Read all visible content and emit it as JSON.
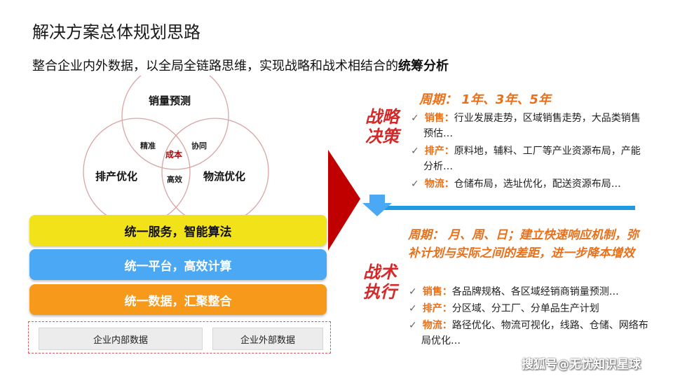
{
  "title": "解决方案总体规划思路",
  "subtitle_main": "整合企业内外数据，以全局全链路思维，实现战略和战术相结合的",
  "subtitle_bold": "统筹分析",
  "venn": {
    "top": "销量预测",
    "left": "排产优化",
    "right": "物流优化",
    "overlap_top_left": "精准",
    "overlap_top_right": "协同",
    "overlap_left_right": "高效",
    "center": "成本"
  },
  "bars": [
    "统一服务，智能算法",
    "统一平台，高效计算",
    "统一数据，汇聚整合"
  ],
  "data_sources": [
    "企业内部数据",
    "企业外部数据"
  ],
  "strategy": {
    "title_line1": "战略",
    "title_line2": "决策",
    "period": "周期：  1年、3年、5年",
    "items": [
      {
        "key": "销售：",
        "text": "行业发展走势，区域销售走势，大品类销售预估…"
      },
      {
        "key": "排产：",
        "text": "原料地，辅料、工厂等产业资源布局，产能分析…"
      },
      {
        "key": "物流：",
        "text": "仓储布局，选址优化，配送资源布局…"
      }
    ]
  },
  "tactics": {
    "title_line1": "战术",
    "title_line2": "执行",
    "period": "周期：  月、周、日；建立快速响应机制，弥补计划与实际之间的差距，进一步降本增效",
    "items": [
      {
        "key": "销售：",
        "text": "各品牌规格、各区域经销商销量预测…"
      },
      {
        "key": "排产：",
        "text": "分区域、分工厂、分单品生产计划"
      },
      {
        "key": "物流：",
        "text": "路径优化、物流可视化，线路、仓储、网络布局优化…"
      }
    ]
  },
  "check_mark": "✓",
  "watermark": "搜狐号@无忧知识星球",
  "colors": {
    "accent_red": "#d62828",
    "accent_orange": "#e8701a",
    "yellow_bar": "#f2e21a",
    "blue_bar": "#4aa8f5",
    "orange_bar": "#f7991b",
    "divider_blue": "#1e9be0"
  }
}
